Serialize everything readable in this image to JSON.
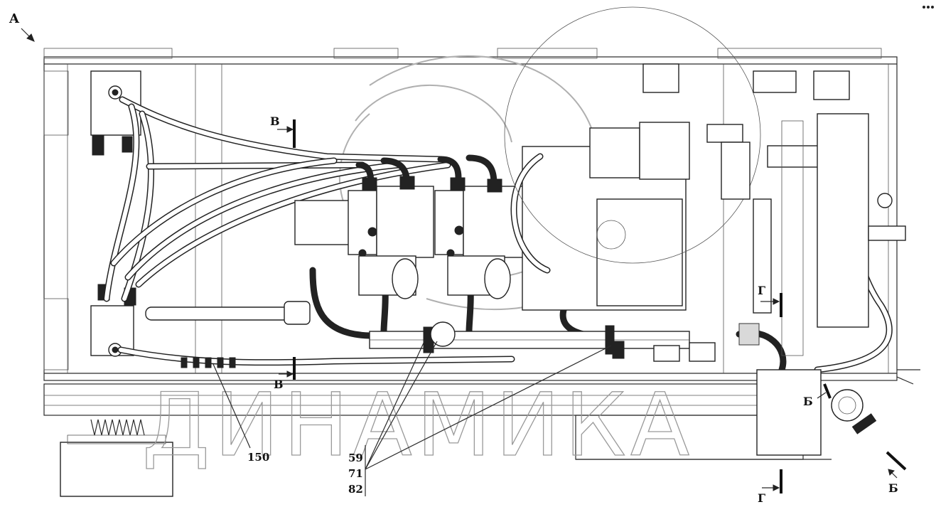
{
  "view_label": "A",
  "section_marks": {
    "v_top": "В",
    "v_bottom": "В",
    "g_mid": "Г",
    "g_bottom": "Г",
    "b_right": "Б",
    "b_bottom": "Б"
  },
  "callouts": {
    "left": "150",
    "group": [
      "59",
      "71",
      "82"
    ]
  },
  "watermark": "ДИНАМИКА"
}
